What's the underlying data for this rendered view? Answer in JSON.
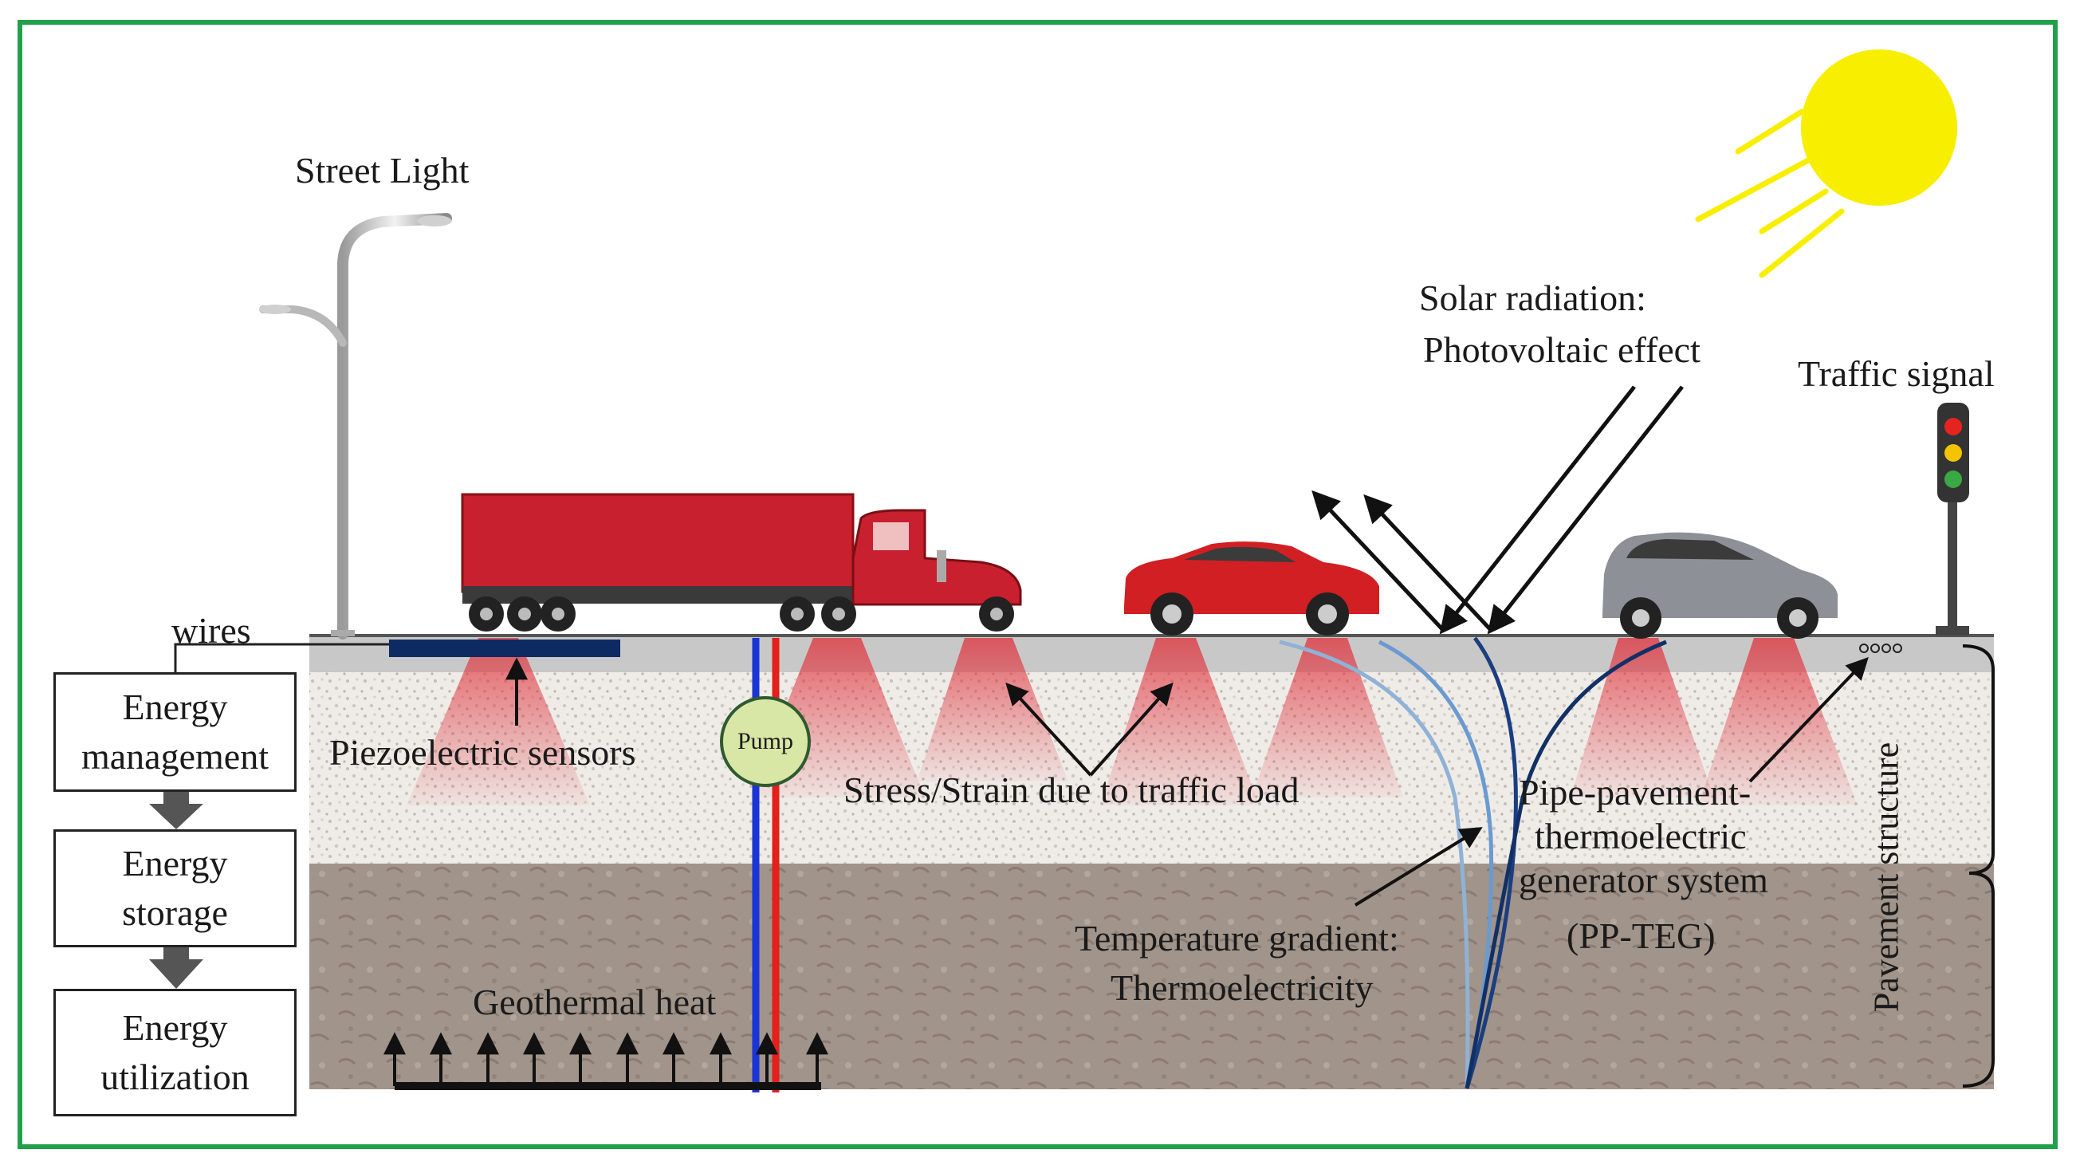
{
  "labels": {
    "street_light": "Street Light",
    "wires": "wires",
    "solar_line1": "Solar radiation:",
    "solar_line2": "Photovoltaic effect",
    "traffic_signal": "Traffic signal",
    "piezo": "Piezoelectric sensors",
    "pump": "Pump",
    "stress": "Stress/Strain due to traffic load",
    "teg_line1": "Pipe-pavement-",
    "teg_line2": "thermoelectric",
    "teg_line3": "generator system",
    "teg_line4": "(PP-TEG)",
    "temp_line1": "Temperature gradient:",
    "temp_line2": "Thermoelectricity",
    "geothermal": "Geothermal heat",
    "pavement_structure": "Pavement structure"
  },
  "flow_boxes": [
    {
      "line1": "Energy",
      "line2": "management"
    },
    {
      "line1": "Energy",
      "line2": "storage"
    },
    {
      "line1": "Energy",
      "line2": "utilization"
    }
  ],
  "colors": {
    "frame": "#21a04a",
    "sun": "#f7ee00",
    "truck": "#c8202e",
    "red_car": "#d21f24",
    "gray_car": "#8d9096",
    "pipe_cold": "#1a35d6",
    "pipe_hot": "#e3201a",
    "pump_fill": "#d8e6a6",
    "piezo_plate": "#0e2a63"
  }
}
